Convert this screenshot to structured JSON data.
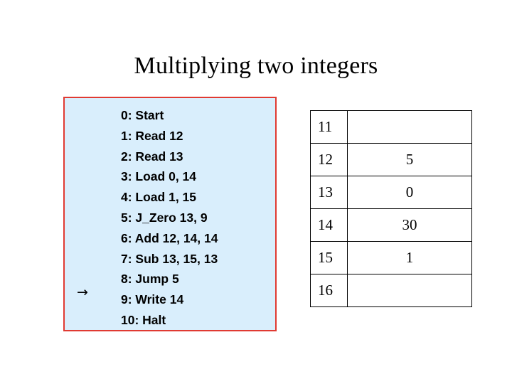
{
  "slide": {
    "title": "Multiplying two integers"
  },
  "code_panel": {
    "marker": "→",
    "lines": [
      "0: Start",
      "1: Read 12",
      "2: Read 13",
      "3: Load 0, 14",
      "4: Load 1, 15",
      "5: J_Zero 13, 9",
      "6: Add 12, 14, 14",
      "7: Sub 13, 15, 13",
      "8: Jump 5",
      "9: Write 14",
      "10: Halt"
    ],
    "panel_fill": "#d9eefc",
    "panel_border": "#e03a32"
  },
  "memory_table": {
    "rows": [
      {
        "address": "11",
        "value": ""
      },
      {
        "address": "12",
        "value": "5"
      },
      {
        "address": "13",
        "value": "0"
      },
      {
        "address": "14",
        "value": "30"
      },
      {
        "address": "15",
        "value": "1"
      },
      {
        "address": "16",
        "value": ""
      }
    ]
  }
}
